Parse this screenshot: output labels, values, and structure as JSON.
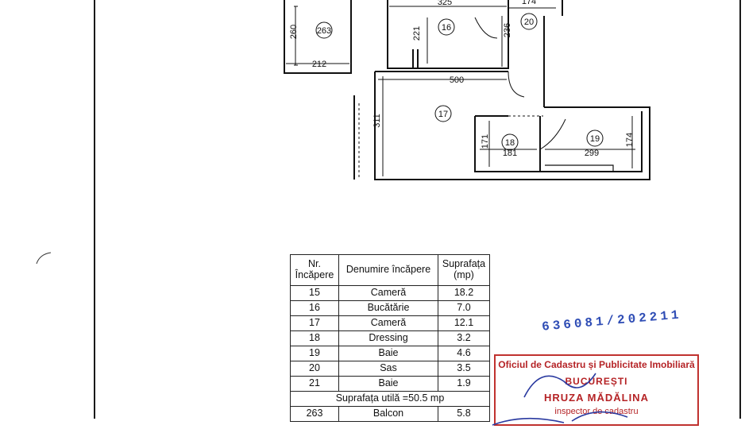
{
  "plan": {
    "rooms": [
      {
        "id": "263"
      },
      {
        "id": "16"
      },
      {
        "id": "20"
      },
      {
        "id": "17"
      },
      {
        "id": "18"
      },
      {
        "id": "19"
      }
    ],
    "dimensions": {
      "d_260": "260",
      "d_212": "212",
      "d_325": "325",
      "d_174_top": "174",
      "d_221": "221",
      "d_236": "236",
      "d_500": "500",
      "d_311": "311",
      "d_171": "171",
      "d_181": "181",
      "d_299": "299",
      "d_174_right": "174"
    }
  },
  "table": {
    "headers": [
      "Nr. Încăpere",
      "Denumire încăpere",
      "Suprafața (mp)"
    ],
    "header_lines": {
      "nr": [
        "Nr.",
        "Încăpere"
      ],
      "surface": [
        "Suprafața",
        "(mp)"
      ]
    },
    "rows": [
      {
        "nr": "15",
        "name": "Cameră",
        "area": "18.2"
      },
      {
        "nr": "16",
        "name": "Bucătărie",
        "area": "7.0"
      },
      {
        "nr": "17",
        "name": "Cameră",
        "area": "12.1"
      },
      {
        "nr": "18",
        "name": "Dressing",
        "area": "3.2"
      },
      {
        "nr": "19",
        "name": "Baie",
        "area": "4.6"
      },
      {
        "nr": "20",
        "name": "Sas",
        "area": "3.5"
      },
      {
        "nr": "21",
        "name": "Baie",
        "area": "1.9"
      }
    ],
    "total": "Suprafața utilă =50.5 mp",
    "extra_row": {
      "nr": "263",
      "name": "Balcon",
      "area": "5.8"
    }
  },
  "stamp": {
    "number": "636081/202211",
    "line1": "Oficiul de Cadastru și Publicitate Imobiliară",
    "line2": "BUCUREȘTI",
    "line3": "HRUZA MĂDĂLINA",
    "line4": "inspector de cadastru"
  }
}
